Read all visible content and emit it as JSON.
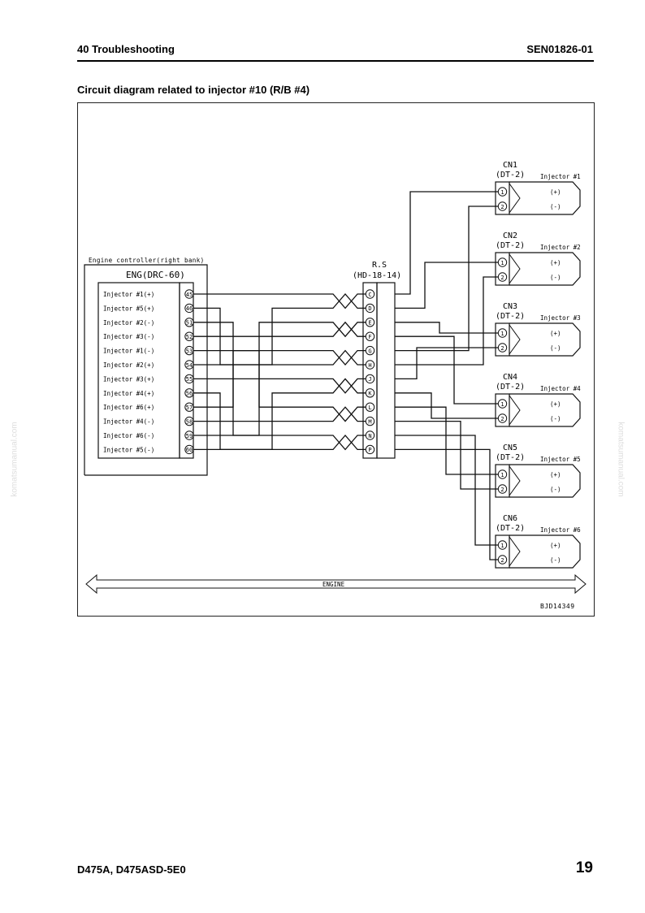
{
  "header": {
    "section": "40 Troubleshooting",
    "doc_code": "SEN01826-01"
  },
  "title": "Circuit diagram related to injector #10 (R/B #4)",
  "diagram": {
    "controller": {
      "caption": "Engine controller(right bank)",
      "name": "ENG(DRC-60)",
      "pins": [
        {
          "label": "Injector #1(+)",
          "pin": "45"
        },
        {
          "label": "Injector #5(+)",
          "pin": "46"
        },
        {
          "label": "Injector #2(-)",
          "pin": "51"
        },
        {
          "label": "Injector #3(-)",
          "pin": "52"
        },
        {
          "label": "Injector #1(-)",
          "pin": "53"
        },
        {
          "label": "Injector #2(+)",
          "pin": "54"
        },
        {
          "label": "Injector #3(+)",
          "pin": "55"
        },
        {
          "label": "Injector #4(+)",
          "pin": "56"
        },
        {
          "label": "Injector #6(+)",
          "pin": "57"
        },
        {
          "label": "Injector #4(-)",
          "pin": "58"
        },
        {
          "label": "Injector #6(-)",
          "pin": "59"
        },
        {
          "label": "Injector #5(-)",
          "pin": "60"
        }
      ]
    },
    "relay_connector": {
      "name": "R.S",
      "type": "(HD-18-14)",
      "pins": [
        "C",
        "D",
        "E",
        "F",
        "G",
        "H",
        "J",
        "K",
        "L",
        "M",
        "N",
        "P"
      ]
    },
    "injectors": [
      {
        "cn": "CN1",
        "type": "(DT-2)",
        "name": "Injector #1",
        "plus": "(+)",
        "minus": "(-)"
      },
      {
        "cn": "CN2",
        "type": "(DT-2)",
        "name": "Injector #2",
        "plus": "(+)",
        "minus": "(-)"
      },
      {
        "cn": "CN3",
        "type": "(DT-2)",
        "name": "Injector #3",
        "plus": "(+)",
        "minus": "(-)"
      },
      {
        "cn": "CN4",
        "type": "(DT-2)",
        "name": "Injector #4",
        "plus": "(+)",
        "minus": "(-)"
      },
      {
        "cn": "CN5",
        "type": "(DT-2)",
        "name": "Injector #5",
        "plus": "(+)",
        "minus": "(-)"
      },
      {
        "cn": "CN6",
        "type": "(DT-2)",
        "name": "Injector #6",
        "plus": "(+)",
        "minus": "(-)"
      }
    ],
    "connector_pin_labels": [
      "1",
      "2"
    ],
    "engine_label": "ENGINE",
    "figure_code": "BJD14349"
  },
  "footer": {
    "model": "D475A, D475ASD-5E0",
    "page": "19"
  },
  "watermark": "komatsumanual.com"
}
